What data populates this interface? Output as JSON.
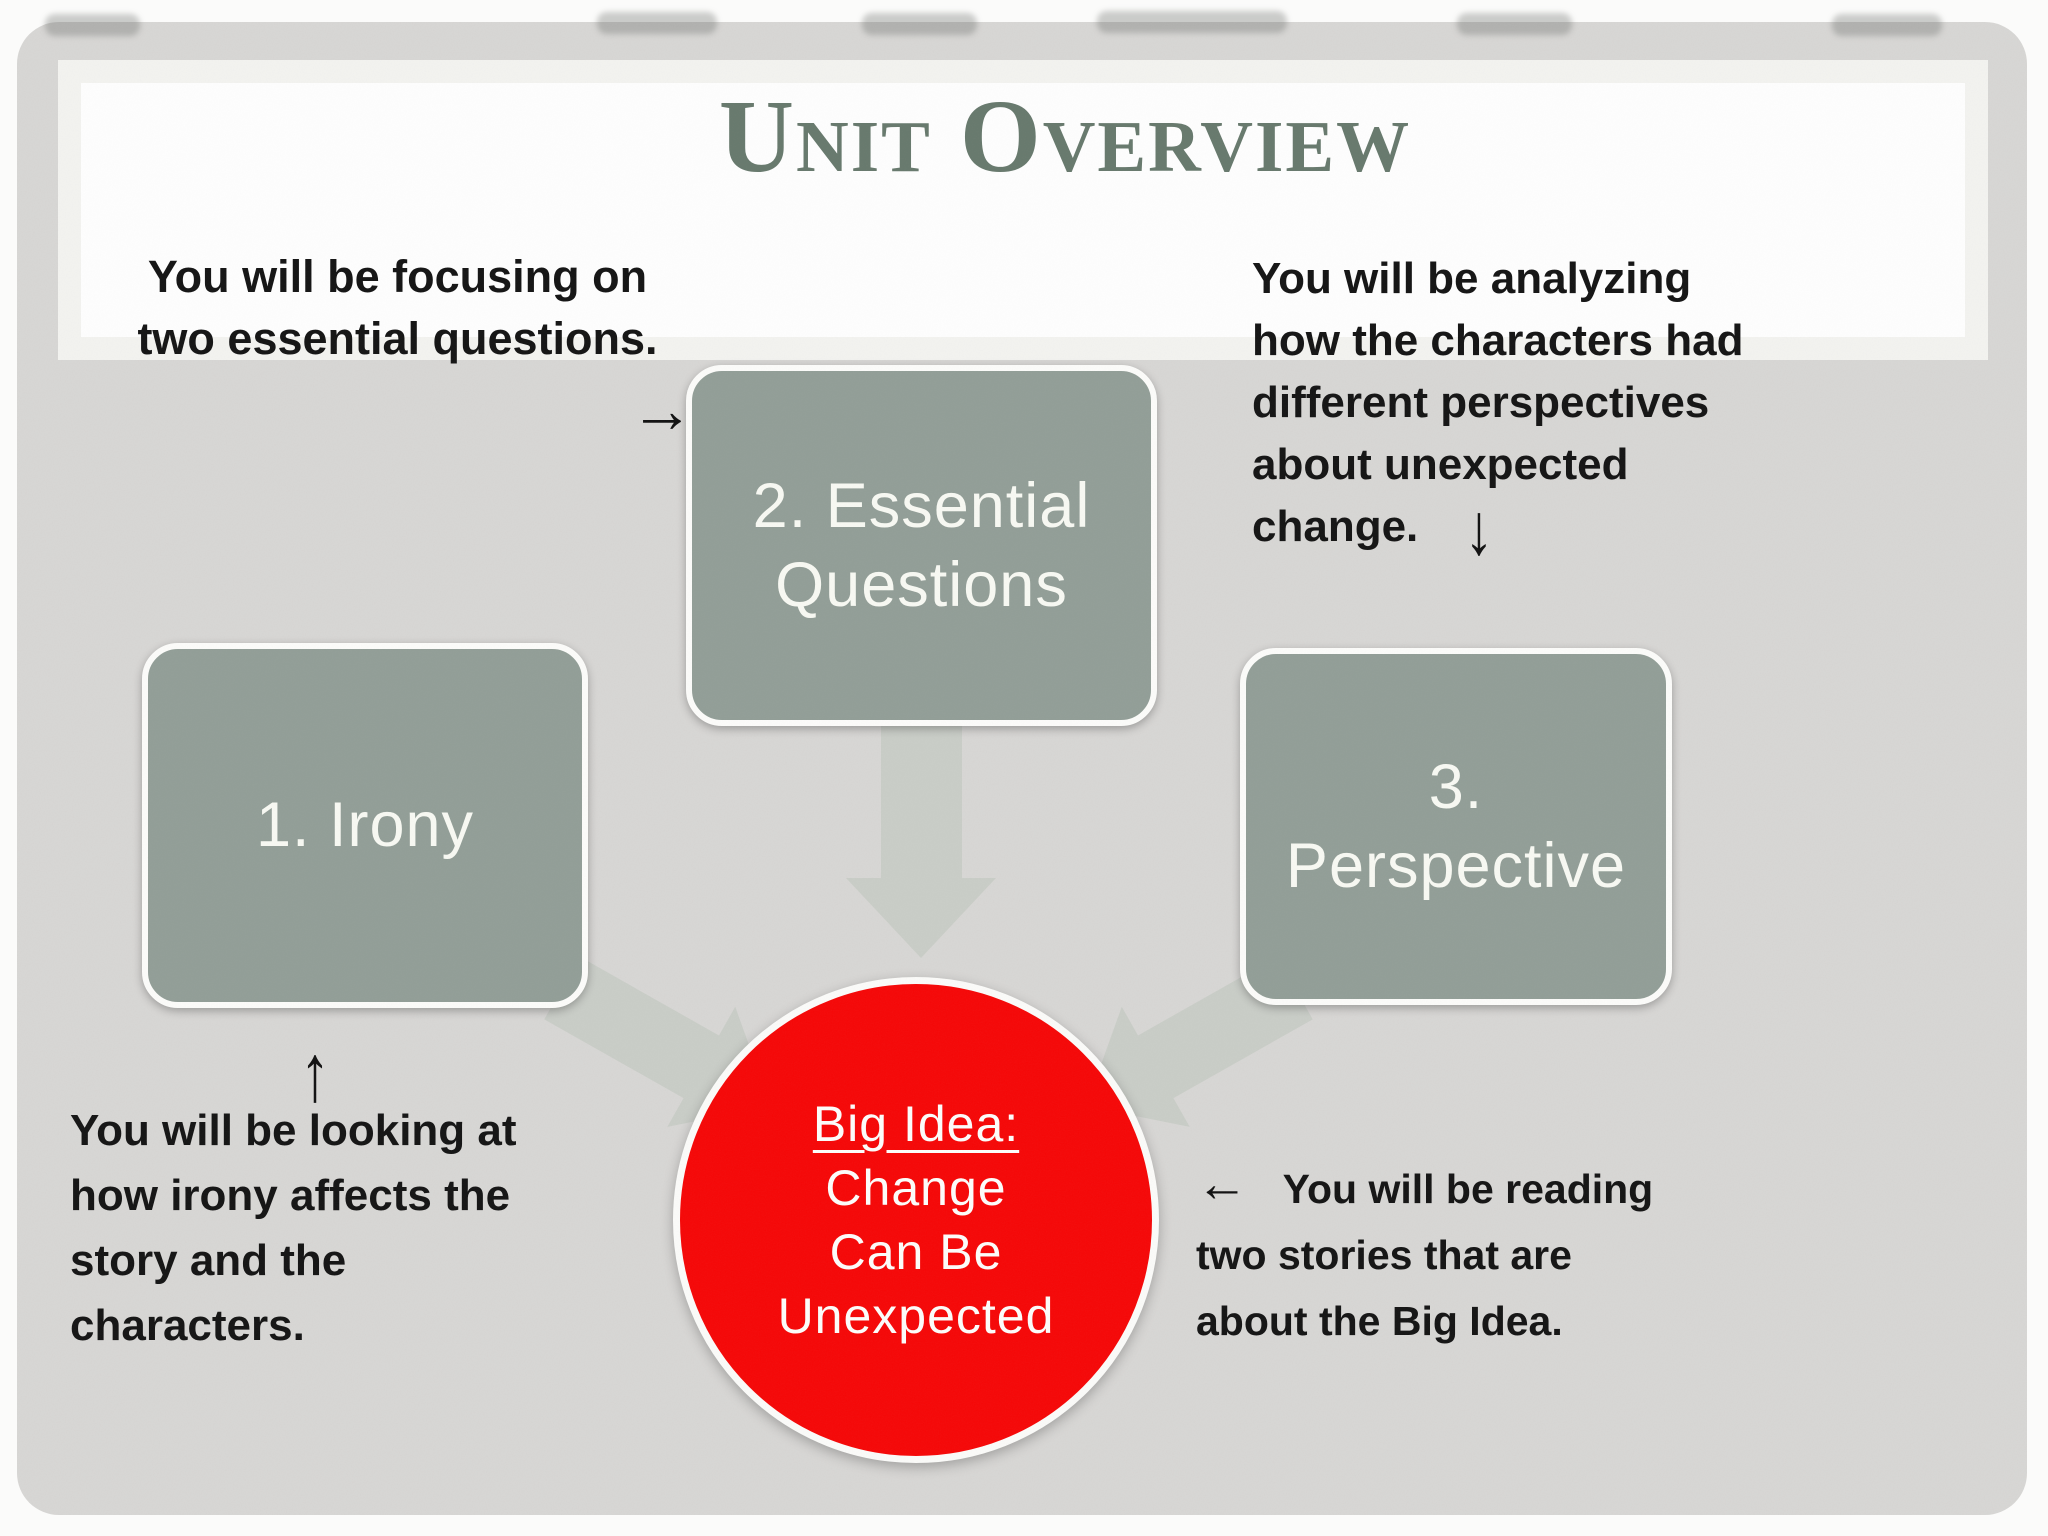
{
  "slide": {
    "title": "Unit Overview",
    "notes": {
      "top_left": {
        "lines": [
          "You will be focusing on",
          "two essential questions."
        ]
      },
      "top_right": {
        "lines": [
          "You will be analyzing",
          "how the characters had",
          "different perspectives",
          "about unexpected",
          "change."
        ]
      },
      "bottom_left": {
        "lines": [
          "You will be looking at",
          "how irony affects the",
          "story and the",
          "characters."
        ]
      },
      "bottom_right": {
        "lines": [
          "You will be reading",
          "two stories that are",
          "about the Big Idea."
        ]
      }
    },
    "icons": {
      "arrow_right": "→",
      "arrow_down_tall": "↓",
      "arrow_up": "↑",
      "arrow_left": "←"
    },
    "shapes": {
      "box1": {
        "line1": "1. Irony"
      },
      "box2": {
        "line1": "2. Essential",
        "line2": "Questions"
      },
      "box3": {
        "line1": "3.",
        "line2": "Perspective"
      },
      "big_idea": {
        "heading": "Big Idea:",
        "line1": "Change",
        "line2": "Can Be",
        "line3": "Unexpected"
      }
    },
    "colors": {
      "slide_bg": "#d7d6d4",
      "title_band": "#fefefe",
      "title_text": "#67796d",
      "box_fill": "#929e97",
      "box_text": "#f8f9f3",
      "circle_fill": "#f60707",
      "circle_text": "#fdfdfb",
      "connector_gray": "#c9cdc7",
      "note_text": "#141414"
    }
  }
}
